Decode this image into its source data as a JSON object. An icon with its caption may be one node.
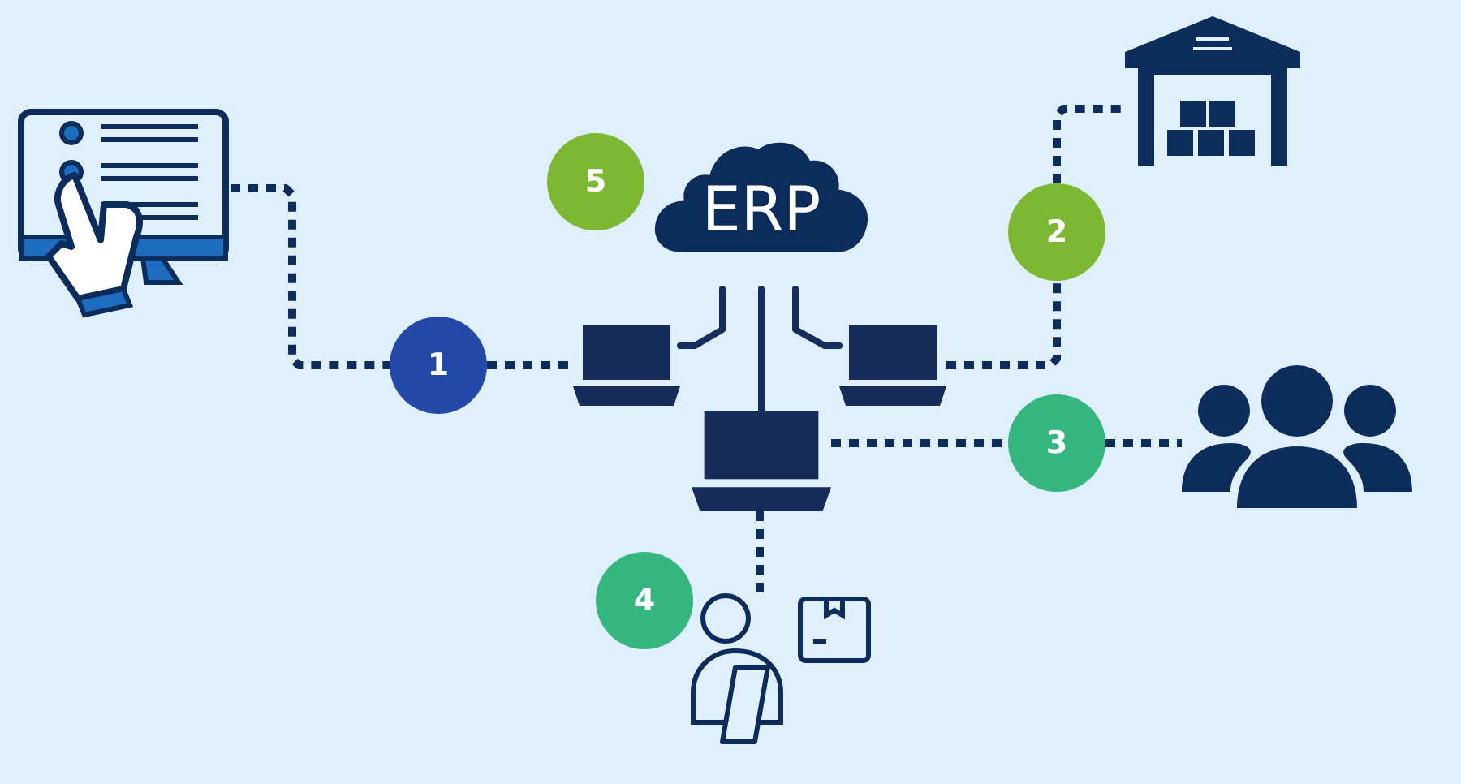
{
  "diagram": {
    "nodes": [
      {
        "text": [],
        "shape": "picture"
      },
      {
        "text": [
          "1"
        ]
      },
      {
        "text": [],
        "shape": "laptop"
      },
      {
        "text": [
          "ERP"
        ]
      },
      {
        "text": [],
        "shape": "laptop"
      },
      {
        "text": [
          "2"
        ]
      },
      {
        "text": [],
        "shape": "picture"
      },
      {
        "text": [],
        "shape": "laptop"
      },
      {
        "text": [
          "3"
        ]
      },
      {
        "text": [],
        "shape": "picture"
      },
      {
        "text": [
          "4"
        ]
      },
      {
        "text": [],
        "shape": "picture"
      },
      {
        "text": [
          "5"
        ]
      }
    ],
    "edges": [
      {
        "from": 0,
        "to": 1,
        "arrow": "none",
        "style": "dashed"
      },
      {
        "from": 1,
        "to": 2,
        "arrow": "none",
        "style": "dashed"
      },
      {
        "from": 4,
        "to": 5,
        "arrow": "none",
        "style": "dashed"
      },
      {
        "from": 5,
        "to": 6,
        "arrow": "none",
        "style": "dashed"
      },
      {
        "from": 7,
        "to": 8,
        "arrow": "none",
        "style": "dashed"
      },
      {
        "from": 8,
        "to": 9,
        "arrow": "none",
        "style": "dashed"
      },
      {
        "from": 7,
        "to": 11,
        "arrow": "none",
        "style": "dashed"
      },
      {
        "from": 3,
        "to": 2,
        "arrow": "none"
      },
      {
        "from": 3,
        "to": 7,
        "arrow": "none"
      },
      {
        "from": 3,
        "to": 4,
        "arrow": "none"
      }
    ]
  }
}
